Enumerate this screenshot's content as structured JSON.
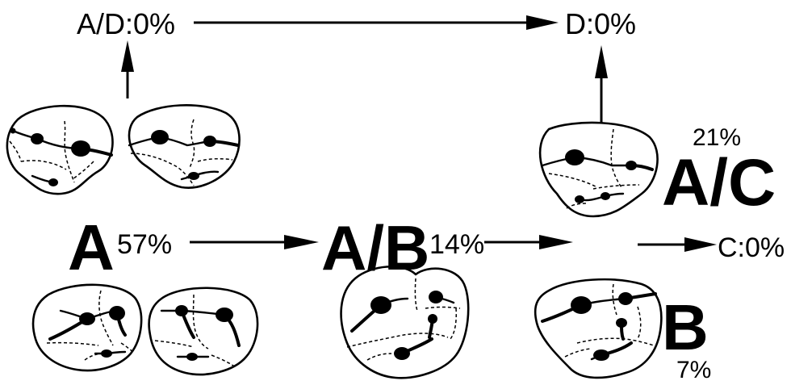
{
  "labels": {
    "ad": "A/D:0%",
    "d": "D:0%",
    "ac_pct": "21%",
    "ac": "A/C",
    "a": "A",
    "a_pct": "57%",
    "ab": "A/B",
    "ab_pct": "14%",
    "b": "B",
    "b_pct": "7%",
    "c": "C:0%"
  },
  "colors": {
    "ink": "#000000",
    "background": "#ffffff"
  }
}
